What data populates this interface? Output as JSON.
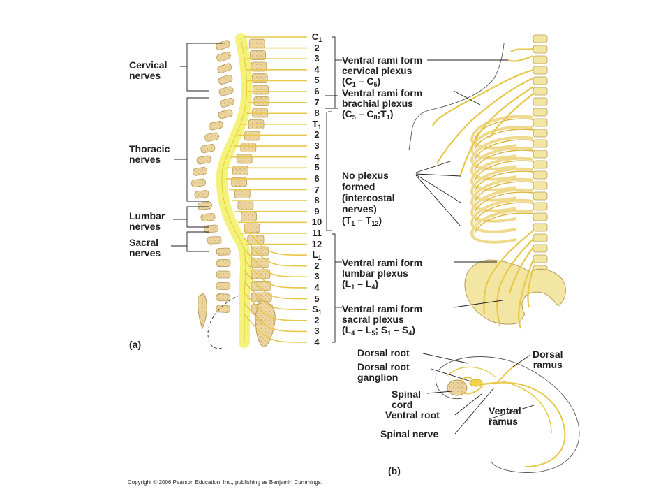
{
  "panel_a": {
    "label": "(a)",
    "regions": {
      "cervical": "Cervical\nnerves",
      "thoracic": "Thoracic\nnerves",
      "lumbar": "Lumbar\nnerves",
      "sacral": "Sacral\nnerves"
    },
    "nerve_numbers": [
      {
        "main": "C",
        "sub": "1"
      },
      {
        "main": "2",
        "sub": ""
      },
      {
        "main": "3",
        "sub": ""
      },
      {
        "main": "4",
        "sub": ""
      },
      {
        "main": "5",
        "sub": ""
      },
      {
        "main": "6",
        "sub": ""
      },
      {
        "main": "7",
        "sub": ""
      },
      {
        "main": "8",
        "sub": ""
      },
      {
        "main": "T",
        "sub": "1"
      },
      {
        "main": "2",
        "sub": ""
      },
      {
        "main": "3",
        "sub": ""
      },
      {
        "main": "4",
        "sub": ""
      },
      {
        "main": "5",
        "sub": ""
      },
      {
        "main": "6",
        "sub": ""
      },
      {
        "main": "7",
        "sub": ""
      },
      {
        "main": "8",
        "sub": ""
      },
      {
        "main": "9",
        "sub": ""
      },
      {
        "main": "10",
        "sub": ""
      },
      {
        "main": "11",
        "sub": ""
      },
      {
        "main": "12",
        "sub": ""
      },
      {
        "main": "L",
        "sub": "1"
      },
      {
        "main": "2",
        "sub": ""
      },
      {
        "main": "3",
        "sub": ""
      },
      {
        "main": "4",
        "sub": ""
      },
      {
        "main": "5",
        "sub": ""
      },
      {
        "main": "S",
        "sub": "1"
      },
      {
        "main": "2",
        "sub": ""
      },
      {
        "main": "3",
        "sub": ""
      },
      {
        "main": "4",
        "sub": ""
      }
    ],
    "plexus_labels": {
      "cervical_plexus": {
        "line1": "Ventral rami form",
        "line2": "cervical plexus",
        "line3_parts": [
          "(C",
          "1",
          " – C",
          "5",
          ")"
        ]
      },
      "brachial_plexus": {
        "line1": "Ventral rami form",
        "line2": "brachial plexus",
        "line3_parts": [
          "(C",
          "5",
          " – C",
          "8",
          ";T",
          "1",
          ")"
        ]
      },
      "intercostal": {
        "line1": "No plexus",
        "line2": "formed",
        "line3": "(intercostal",
        "line4": "nerves)",
        "line5_parts": [
          "(T",
          "1",
          " – T",
          "12",
          ")"
        ]
      },
      "lumbar_plexus": {
        "line1": "Ventral rami form",
        "line2": "lumbar plexus",
        "line3_parts": [
          "(L",
          "1",
          " – L",
          "4",
          ")"
        ]
      },
      "sacral_plexus": {
        "line1": "Ventral rami form",
        "line2": "sacral plexus",
        "line3_parts": [
          "(L",
          "4",
          " – L",
          "5",
          "; S",
          "1",
          " – S",
          "4",
          ")"
        ]
      }
    }
  },
  "panel_b": {
    "label": "(b)",
    "dorsal_root": "Dorsal root",
    "dorsal_root_ganglion": "Dorsal root\nganglion",
    "spinal_cord": "Spinal\ncord",
    "ventral_root": "Ventral root",
    "spinal_nerve": "Spinal nerve",
    "dorsal_ramus": "Dorsal\nramus",
    "ventral_ramus": "Ventral\nramus"
  },
  "copyright": "Copyright © 2006 Pearson Education, Inc., publishing as Benjamin Cummings.",
  "colors": {
    "nerve": "#e8c84a",
    "cord": "#f4f27a",
    "bone": "#e9cf98",
    "bone_edge": "#b89a5a",
    "text": "#231f20"
  }
}
